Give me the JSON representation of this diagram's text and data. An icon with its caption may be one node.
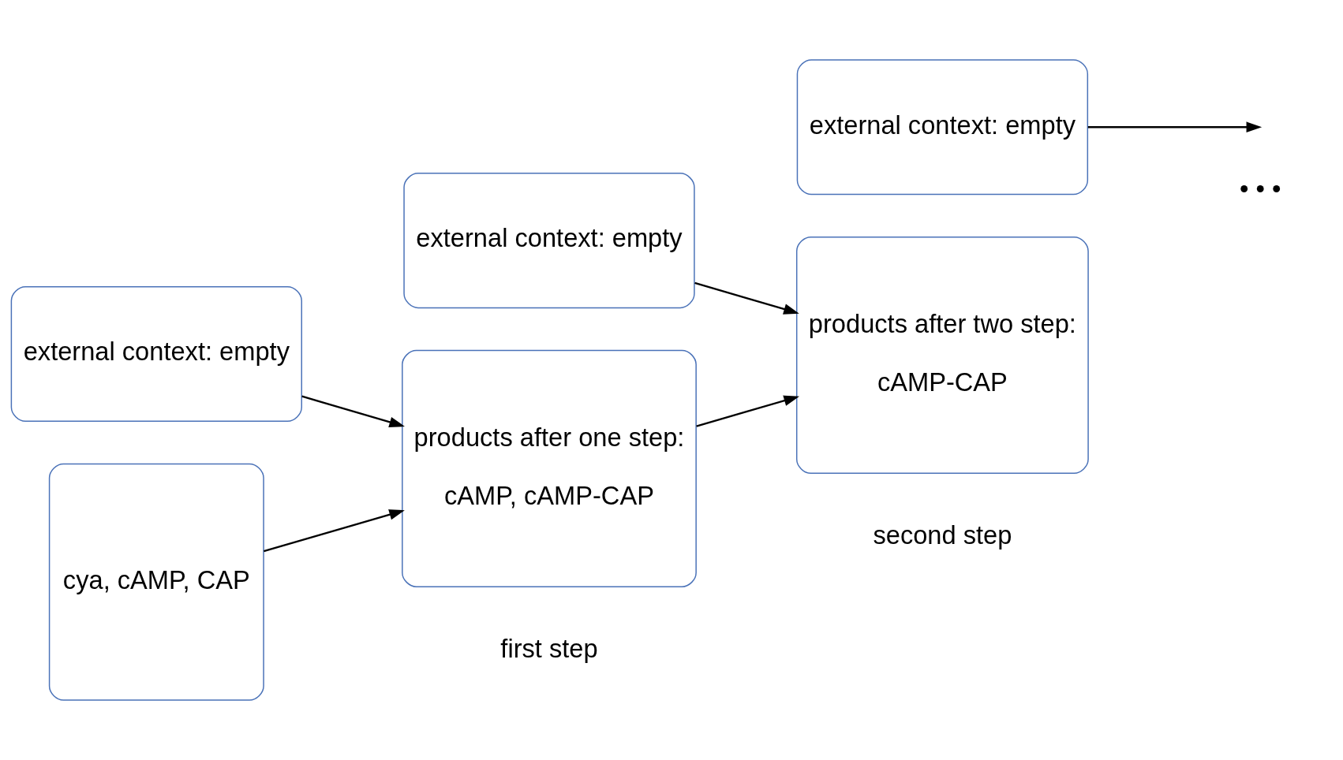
{
  "diagram": {
    "nodes": [
      {
        "text": [
          "external context: empty"
        ]
      },
      {
        "text": [
          "cya, cAMP, CAP"
        ]
      },
      {
        "text": [
          "external context: empty"
        ]
      },
      {
        "text": [
          "products after one step:",
          "cAMP, cAMP-CAP"
        ]
      },
      {
        "text": [
          "external context: empty"
        ]
      },
      {
        "text": [
          "products after two step:",
          "cAMP-CAP"
        ]
      }
    ],
    "edges": [
      {
        "from": 0,
        "to": 3,
        "arrow": "to"
      },
      {
        "from": 1,
        "to": 3,
        "arrow": "to"
      },
      {
        "from": 2,
        "to": 5,
        "arrow": "to"
      },
      {
        "from": 3,
        "to": 5,
        "arrow": "to"
      },
      {
        "from": 4,
        "to": null,
        "arrow": "to"
      }
    ],
    "labels": [
      "first step",
      "second step",
      "• • •"
    ]
  }
}
